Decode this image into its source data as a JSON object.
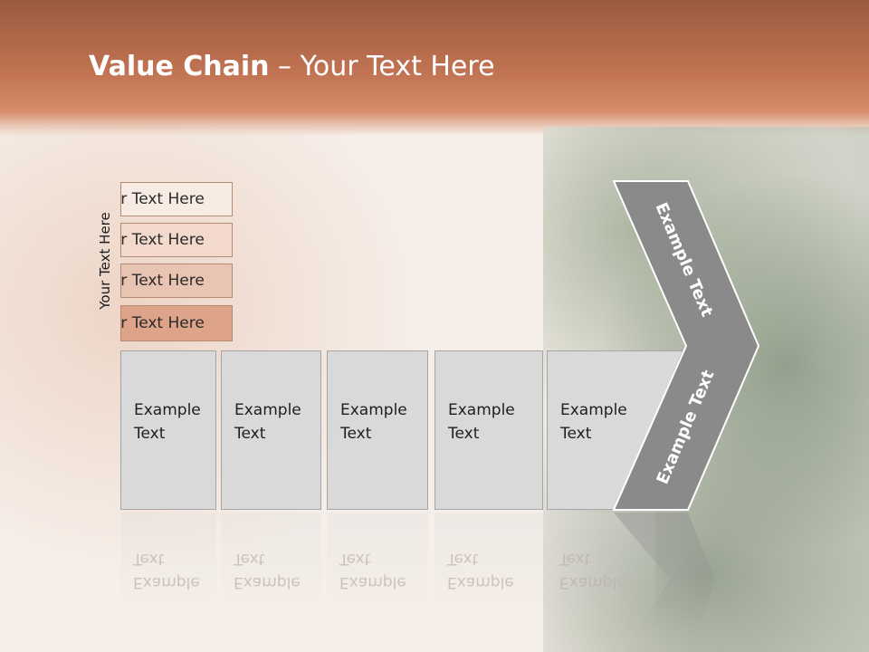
{
  "slide": {
    "title_bold": "Value Chain",
    "title_rest": " – Your Text Here",
    "side_label": "Your Text Here",
    "tiers": [
      {
        "label": "Your Text Here"
      },
      {
        "label": "Your Text Here"
      },
      {
        "label": "Your Text Here"
      },
      {
        "label": "Your Text Here"
      }
    ],
    "columns": [
      {
        "line1": "Example",
        "line2": "Text"
      },
      {
        "line1": "Example",
        "line2": "Text"
      },
      {
        "line1": "Example",
        "line2": "Text"
      },
      {
        "line1": "Example",
        "line2": "Text"
      },
      {
        "line1": "Example",
        "line2": "Text"
      }
    ],
    "arrow_upper_label": "Example Text",
    "arrow_lower_label": "Example Text",
    "colors": {
      "header": "#c27453",
      "arrow": "#8c8c8c",
      "column_fill": "#d9d9d9"
    }
  }
}
